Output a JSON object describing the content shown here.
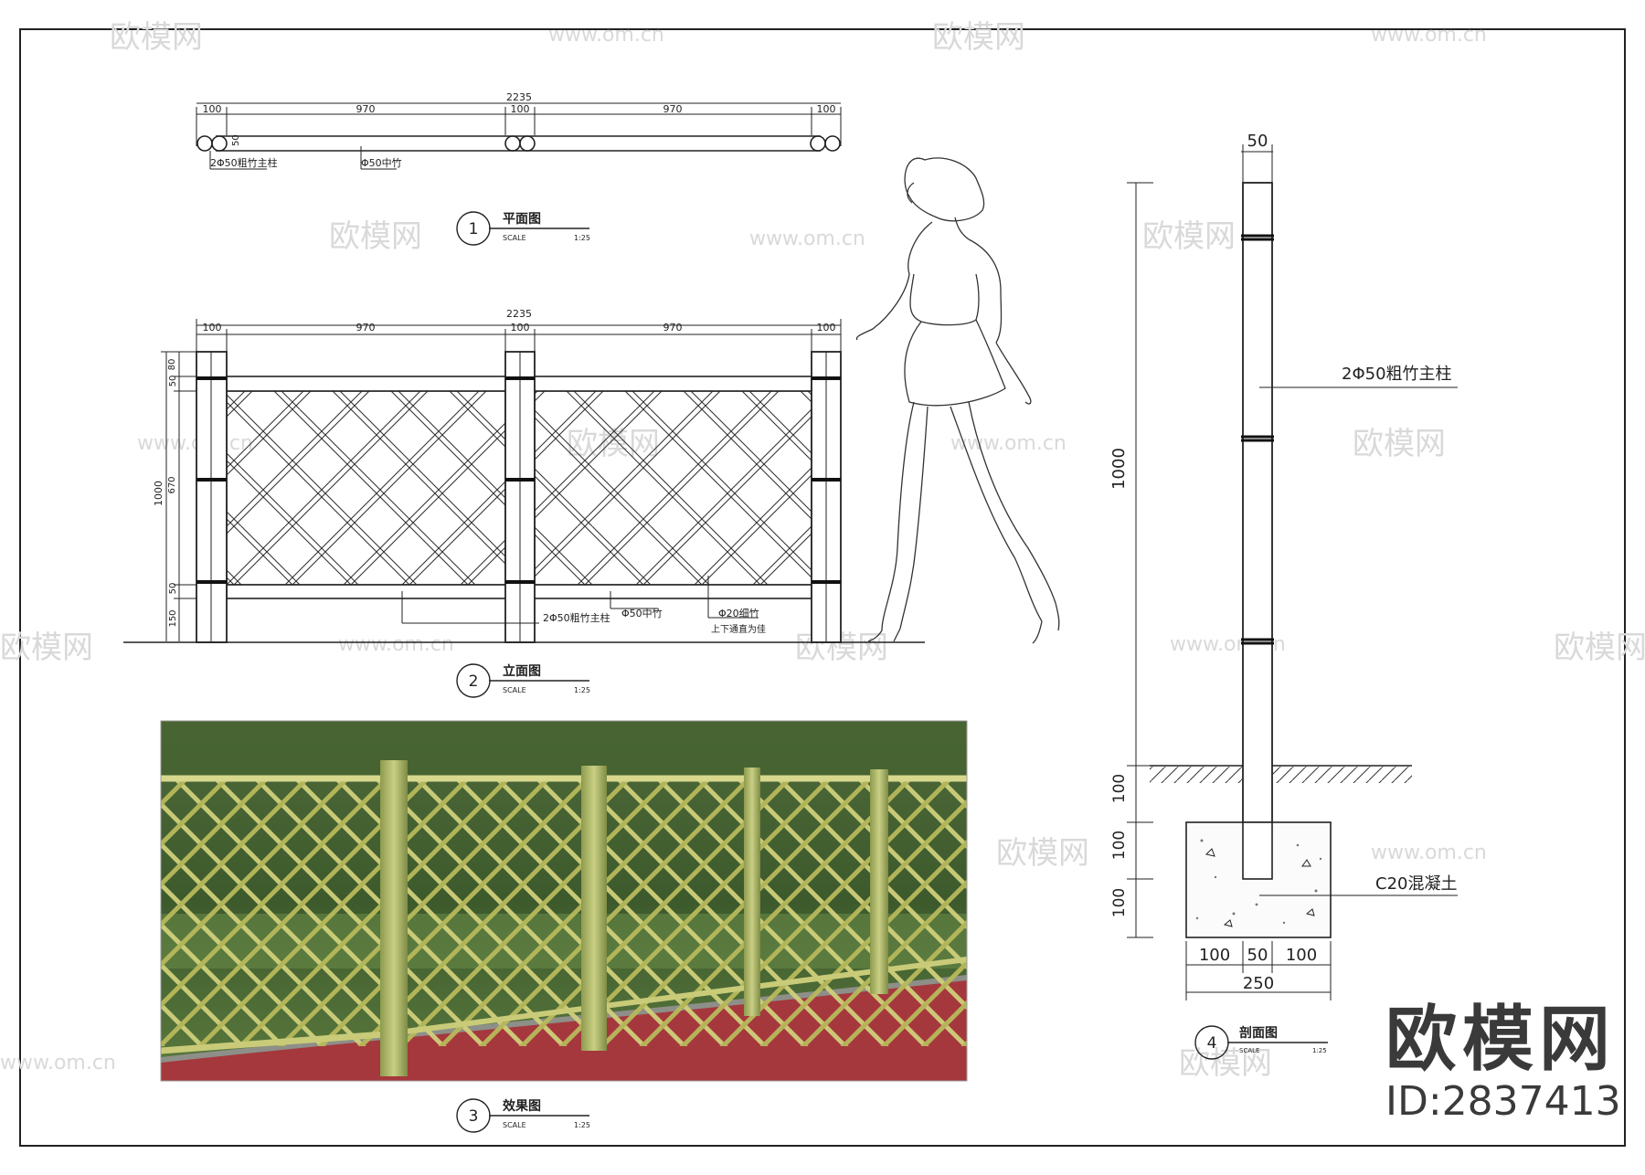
{
  "plan": {
    "dims_top": [
      "100",
      "970",
      "100",
      "970",
      "100"
    ],
    "overall": "2235",
    "side_dim": "50",
    "label_posts": "2Φ50粗竹主柱",
    "label_mid": "Φ50中竹",
    "title": "平面图",
    "scale_word": "SCALE",
    "scale": "1:25",
    "number": "1"
  },
  "elevation": {
    "dims_top": [
      "100",
      "970",
      "100",
      "970",
      "100"
    ],
    "overall": "2235",
    "dims_left": [
      "80",
      "50",
      "670",
      "50",
      "150"
    ],
    "height_total": "1000",
    "label_posts": "2Φ50粗竹主柱",
    "label_mid": "Φ50中竹",
    "label_thin": "Φ20细竹",
    "label_thin_note": "上下通直为佳",
    "title": "立面图",
    "scale_word": "SCALE",
    "scale": "1:25",
    "number": "2"
  },
  "photo": {
    "title": "效果图",
    "scale_word": "SCALE",
    "scale": "1:25",
    "number": "3"
  },
  "section": {
    "top_dim": "50",
    "height_dim": "1000",
    "footing_dims": [
      "100",
      "100",
      "100"
    ],
    "bottom_dims": [
      "100",
      "50",
      "100"
    ],
    "bottom_total": "250",
    "label_post": "2Φ50粗竹主柱",
    "label_concrete": "C20混凝土",
    "title": "剖面图",
    "scale_word": "SCALE",
    "scale": "1:25",
    "number": "4"
  },
  "watermark": {
    "brand": "欧模网",
    "site": "www.om.cn"
  },
  "brand_block": {
    "name": "欧模网",
    "id": "ID:2837413"
  }
}
